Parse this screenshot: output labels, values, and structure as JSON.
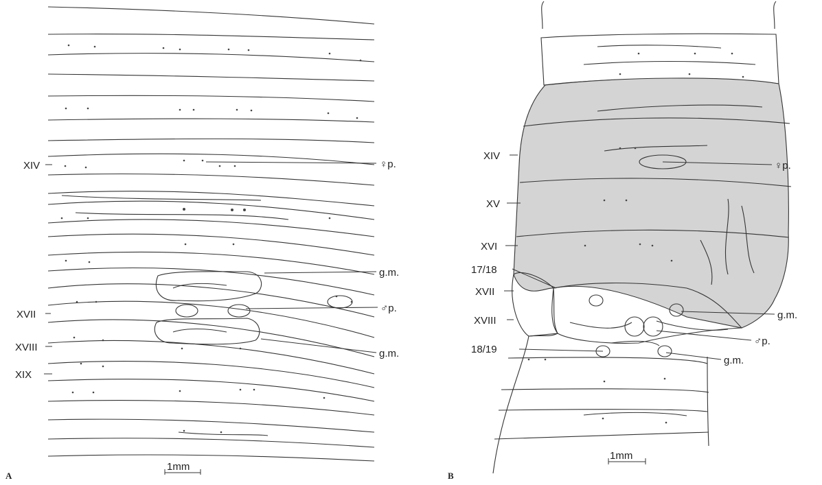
{
  "panel_a": {
    "letter": "A",
    "segment_labels": [
      "XIV",
      "XVII",
      "XVIII",
      "XIX"
    ],
    "callouts": [
      "♀p.",
      "g.m.",
      "♂p.",
      "g.m."
    ],
    "scale_bar": "1mm"
  },
  "panel_b": {
    "letter": "B",
    "segment_labels": [
      "XIV",
      "XV",
      "XVI",
      "17/18",
      "XVII",
      "XVIII",
      "18/19"
    ],
    "callouts": [
      "♀p.",
      "g.m.",
      "♂p.",
      "g.m."
    ],
    "scale_bar": "1mm"
  },
  "colors": {
    "ink": "#333333",
    "clitellum": "#d4d4d4",
    "background": "#ffffff"
  }
}
